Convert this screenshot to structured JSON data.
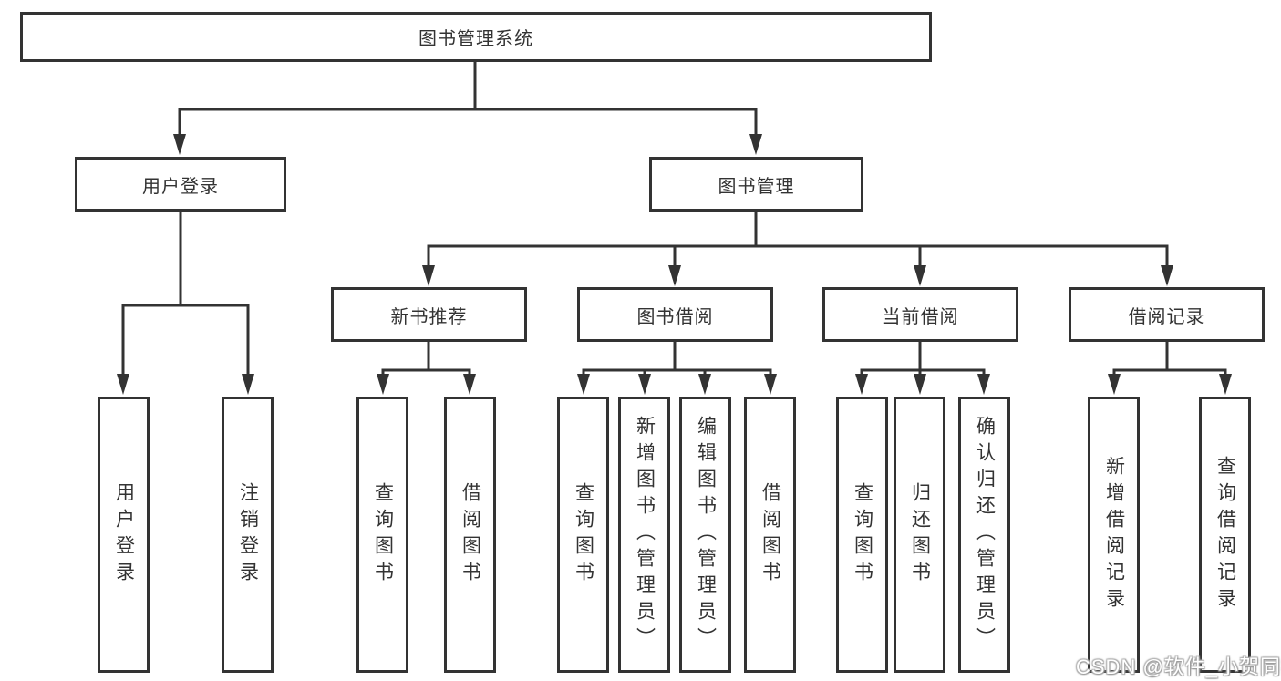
{
  "tree": {
    "label": "图书管理系统",
    "children": [
      {
        "label": "用户登录",
        "children": [
          {
            "label": "用户登录"
          },
          {
            "label": "注销登录"
          }
        ]
      },
      {
        "label": "图书管理",
        "children": [
          {
            "label": "新书推荐",
            "children": [
              {
                "label": "查询图书"
              },
              {
                "label": "借阅图书"
              }
            ]
          },
          {
            "label": "图书借阅",
            "children": [
              {
                "label": "查询图书"
              },
              {
                "label": "新增图书（管理员）"
              },
              {
                "label": "编辑图书（管理员）"
              },
              {
                "label": "借阅图书"
              }
            ]
          },
          {
            "label": "当前借阅",
            "children": [
              {
                "label": "查询图书"
              },
              {
                "label": "归还图书"
              },
              {
                "label": "确认归还（管理员）"
              }
            ]
          },
          {
            "label": "借阅记录",
            "children": [
              {
                "label": "新增借阅记录"
              },
              {
                "label": "查询借阅记录"
              }
            ]
          }
        ]
      }
    ]
  },
  "watermark": {
    "text": "CSDN @软件_小贺同学"
  },
  "colors": {
    "line": "#333333",
    "box_border": "#333333",
    "text": "#333333",
    "background": "#ffffff",
    "watermark_text": "#ffffff"
  }
}
